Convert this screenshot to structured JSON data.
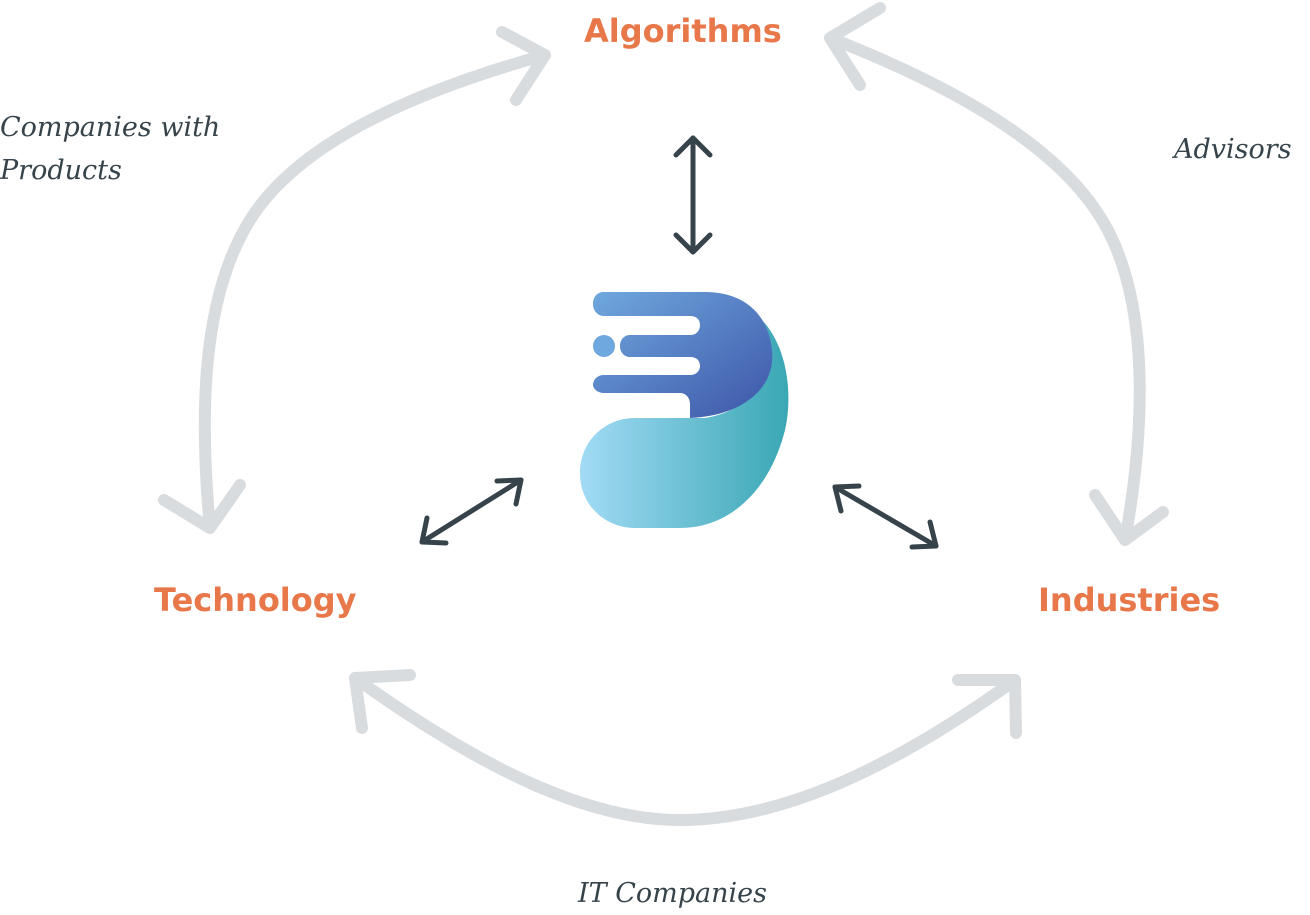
{
  "nodes": {
    "algorithms": "Algorithms",
    "technology": "Technology",
    "industries": "Industries"
  },
  "edge_labels": {
    "companies_line1": "Companies with",
    "companies_line2": "Products",
    "advisors": "Advisors",
    "it_companies": "IT Companies"
  },
  "colors": {
    "node_text": "#e8774a",
    "edge_label_text": "#37434b",
    "outer_arrow": "#d9dcdf",
    "inner_arrow": "#37434b",
    "logo_blue_light": "#6fa8de",
    "logo_blue_dark": "#3d55a8",
    "logo_teal_light": "#a2dbf5",
    "logo_teal_dark": "#3aa7b4"
  },
  "icons": {
    "center_logo": "brand-logo-icon"
  }
}
